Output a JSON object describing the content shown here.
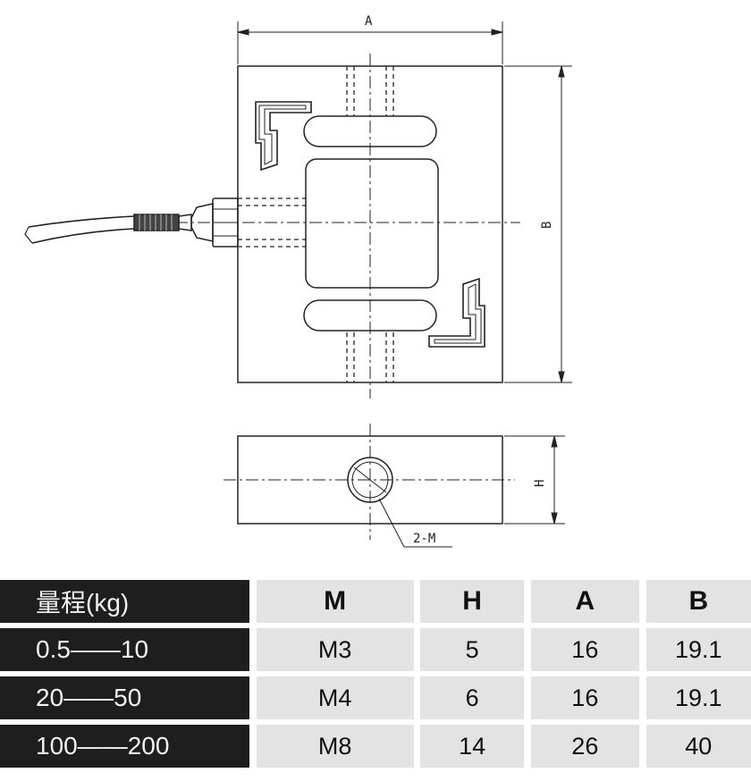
{
  "drawing": {
    "dim_a": "A",
    "dim_b": "B",
    "dim_h": "H",
    "callout_thread": "2-M"
  },
  "table": {
    "headers": [
      "量程(kg)",
      "M",
      "H",
      "A",
      "B"
    ],
    "rows": [
      [
        "0.5——10",
        "M3",
        "5",
        "16",
        "19.1"
      ],
      [
        "20——50",
        "M4",
        "6",
        "16",
        "19.1"
      ],
      [
        "100——200",
        "M8",
        "14",
        "26",
        "40"
      ]
    ]
  }
}
